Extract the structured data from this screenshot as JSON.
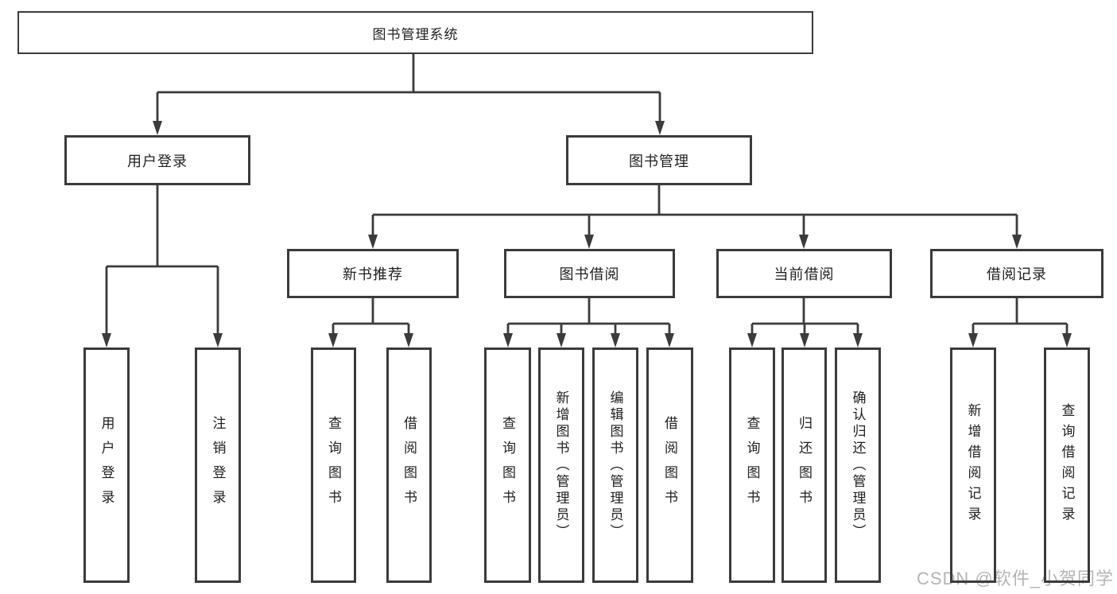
{
  "diagram": {
    "type": "hierarchy-tree",
    "title": "图书管理系统"
  },
  "nodes": {
    "root": "图书管理系统",
    "user_login": "用户登录",
    "book_mgmt": "图书管理",
    "new_book_rec": "新书推荐",
    "book_borrow": "图书借阅",
    "current_borrow": "当前借阅",
    "borrow_record": "借阅记录",
    "login_user": "用户登录",
    "login_logout": "注销登录",
    "rec_query": "查询图书",
    "rec_borrow": "借阅图书",
    "bor_query": "查询图书",
    "bor_add": "新增图书（管理员）",
    "bor_edit": "编辑图书（管理员）",
    "bor_lend": "借阅图书",
    "cur_query": "查询图书",
    "cur_return": "归还图书",
    "cur_confirm": "确认归还（管理员）",
    "rcd_add": "新增借阅记录",
    "rcd_query": "查询借阅记录"
  },
  "edges": [
    [
      "root",
      "user_login"
    ],
    [
      "root",
      "book_mgmt"
    ],
    [
      "user_login",
      "login_user"
    ],
    [
      "user_login",
      "login_logout"
    ],
    [
      "book_mgmt",
      "new_book_rec"
    ],
    [
      "book_mgmt",
      "book_borrow"
    ],
    [
      "book_mgmt",
      "current_borrow"
    ],
    [
      "book_mgmt",
      "borrow_record"
    ],
    [
      "new_book_rec",
      "rec_query"
    ],
    [
      "new_book_rec",
      "rec_borrow"
    ],
    [
      "book_borrow",
      "bor_query"
    ],
    [
      "book_borrow",
      "bor_add"
    ],
    [
      "book_borrow",
      "bor_edit"
    ],
    [
      "book_borrow",
      "bor_lend"
    ],
    [
      "current_borrow",
      "cur_query"
    ],
    [
      "current_borrow",
      "cur_return"
    ],
    [
      "current_borrow",
      "cur_confirm"
    ],
    [
      "borrow_record",
      "rcd_add"
    ],
    [
      "borrow_record",
      "rcd_query"
    ]
  ],
  "watermark": "CSDN @软件_小贺同学",
  "colors": {
    "line": "#3b3b3b",
    "text": "#1f1f1f",
    "box_fill": "#ffffff",
    "background": "#ffffff",
    "watermark": "#b4b4b4"
  }
}
